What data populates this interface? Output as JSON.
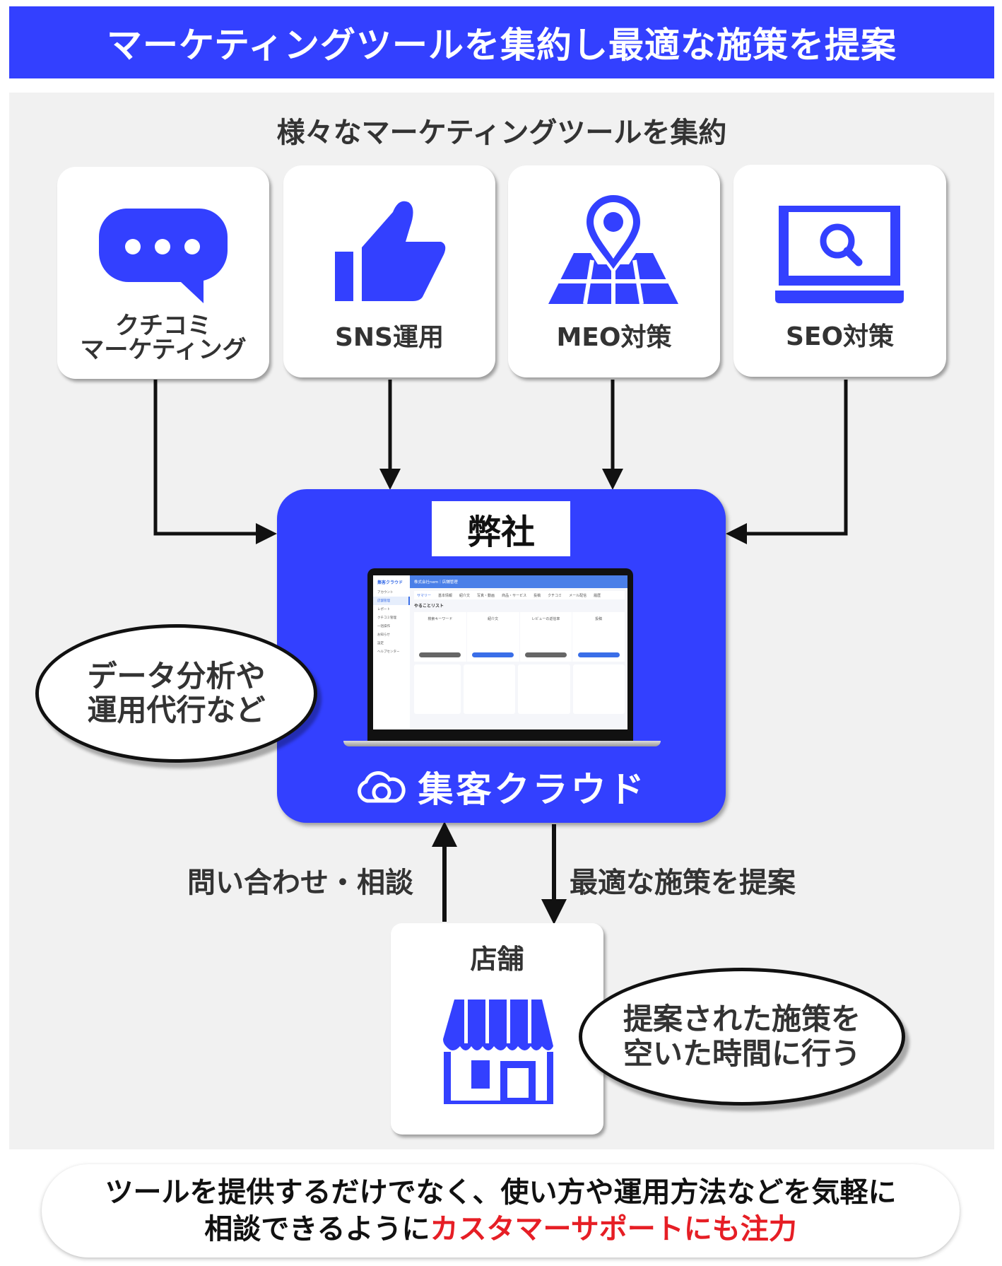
{
  "header": {
    "title": "マーケティングツールを集約し最適な施策を提案"
  },
  "subtitle": "様々なマーケティングツールを集約",
  "tools": [
    {
      "label_line1": "クチコミ",
      "label_line2": "マーケティング",
      "icon": "chat-bubble-icon"
    },
    {
      "label": "SNS運用",
      "icon": "thumbs-up-icon"
    },
    {
      "label": "MEO対策",
      "icon": "map-pin-icon"
    },
    {
      "label": "SEO対策",
      "icon": "laptop-search-icon"
    }
  ],
  "center": {
    "company": "弊社",
    "product": "集客クラウド",
    "screen": {
      "brand": "集客クラウド",
      "header": "株式会社nem｜店舗管理",
      "sidebar": [
        "アカウント",
        "店舗管理",
        "レポート",
        "クチコミ管理",
        "一括操作",
        "お知らせ",
        "設定",
        "ヘルプセンター"
      ],
      "tabs": [
        "サマリー",
        "基本情報",
        "紹介文",
        "写真・動画",
        "商品・サービス",
        "投稿",
        "クチコミ",
        "メール配信",
        "履歴"
      ],
      "todo_title": "やることリスト",
      "todo_cards": [
        "検索キーワード",
        "紹介文",
        "レビューの返信率",
        "投稿"
      ]
    }
  },
  "left_bubble": {
    "line1": "データ分析や",
    "line2": "運用代行など"
  },
  "arrows": {
    "up_label": "問い合わせ・相談",
    "down_label": "最適な施策を提案"
  },
  "store": {
    "label": "店舗",
    "icon": "storefront-icon"
  },
  "right_bubble": {
    "line1": "提案された施策を",
    "line2": "空いた時間に行う"
  },
  "bottom": {
    "line1": "ツールを提供するだけでなく、使い方や運用方法などを気軽に",
    "line2_prefix": "相談できるように",
    "line2_highlight": "カスタマーサポートにも注力"
  },
  "colors": {
    "brand": "#3340ff",
    "highlight": "#e61e25",
    "panel": "#f1f1f1"
  }
}
